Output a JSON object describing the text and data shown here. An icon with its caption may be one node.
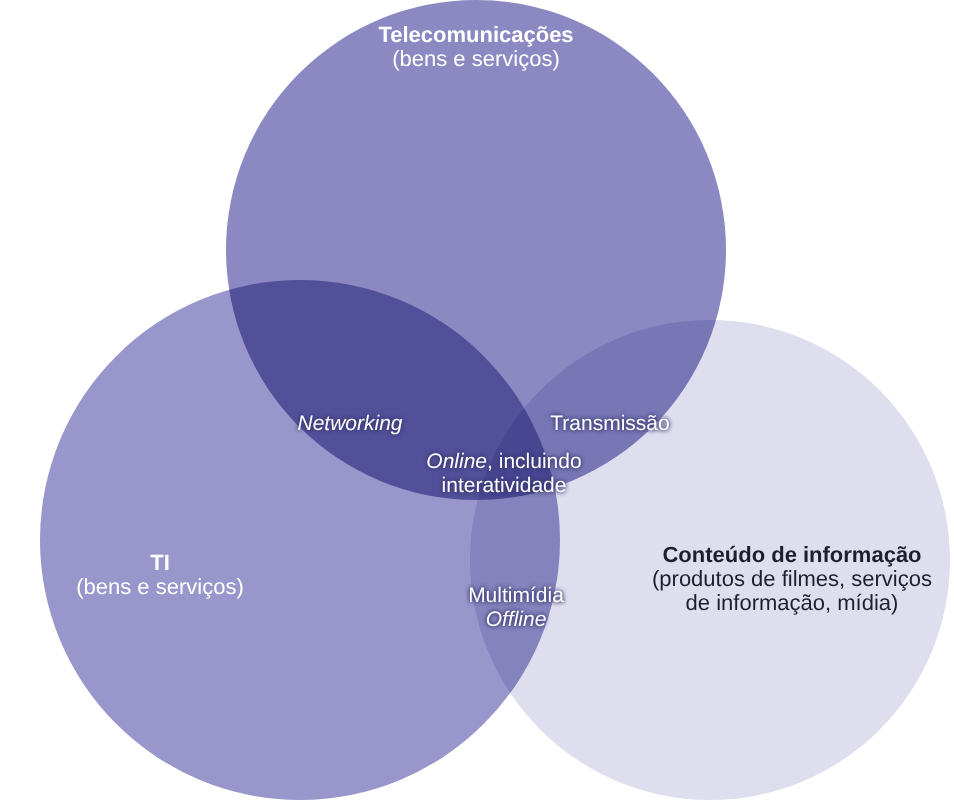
{
  "diagram": {
    "nodes": [
      {
        "text": [
          "Telecomunicações",
          "(bens e serviços)"
        ]
      },
      {
        "text": [
          "TI",
          "(bens e serviços)"
        ]
      },
      {
        "text": [
          "Conteúdo de informação",
          "(produtos de filmes, serviços de informação, mídia)"
        ]
      }
    ],
    "labels": [
      "Networking",
      "Transmissão",
      "*Online*, incluindo interatividade",
      "Multimídia *Offline*"
    ]
  }
}
